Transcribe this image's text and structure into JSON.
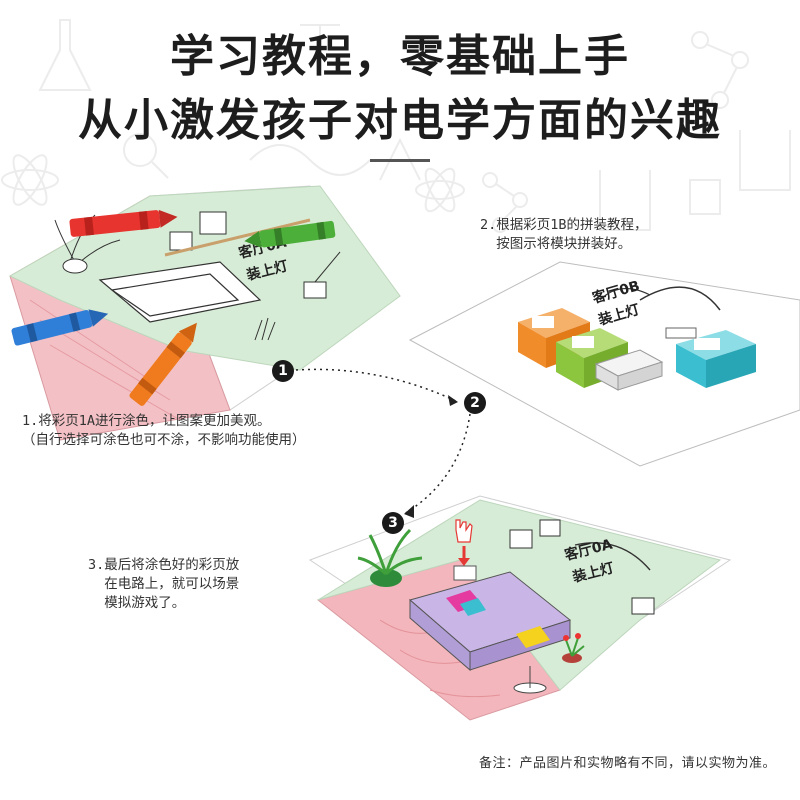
{
  "headline": {
    "line1": "学习教程，零基础上手",
    "line2": "从小激发孩子对电学方面的兴趣"
  },
  "steps": [
    {
      "number": "1",
      "text": "1.将彩页1A进行涂色，让图案更加美观。\n（自行选择可涂色也可不涂，不影响功能使用）"
    },
    {
      "number": "2",
      "text": "2.根据彩页1B的拼装教程，\n  按图示将模块拼装好。"
    },
    {
      "number": "3",
      "text": "3.最后将涂色好的彩页放\n  在电路上，就可以场景\n  模拟游戏了。"
    }
  ],
  "sheet_titles": {
    "a_line1": "客厅0A",
    "a_line2": "装上灯",
    "b_line1": "客厅0B",
    "b_line2": "装上灯"
  },
  "note": "备注：产品图片和实物略有不同，请以实物为准。",
  "colors": {
    "green_sheet": "#cfe8cf",
    "pink_floor": "#f2b8bd",
    "crayon_red": "#e8342e",
    "crayon_green": "#4caf3a",
    "crayon_blue": "#2f7ed8",
    "crayon_orange": "#f07a1e",
    "sofa_purple": "#c9b6e6",
    "module_orange": "#f08c2a",
    "module_green": "#8cc63f",
    "module_cyan": "#3bbfd0"
  },
  "icons": [
    "flask-icon",
    "atom-icon",
    "molecule-icon",
    "beaker-icon",
    "magnifier-icon"
  ]
}
